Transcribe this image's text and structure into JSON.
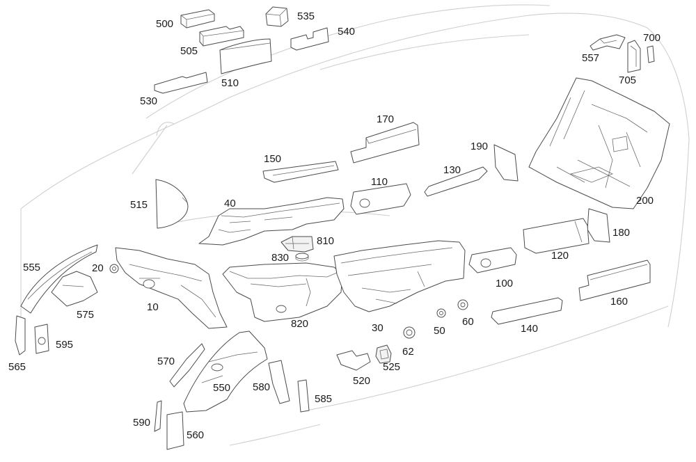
{
  "colors": {
    "outline": "#4a4a4a",
    "car_silhouette": "#cfcfcf",
    "label": "#1a1a1a",
    "background": "#ffffff"
  },
  "labels": {
    "p500": "500",
    "p505": "505",
    "p510": "510",
    "p530": "530",
    "p535": "535",
    "p540": "540",
    "p557": "557",
    "p700": "700",
    "p705": "705",
    "p170": "170",
    "p150": "150",
    "p190": "190",
    "p110": "110",
    "p130": "130",
    "p200": "200",
    "p515": "515",
    "p40": "40",
    "p180": "180",
    "p810": "810",
    "p830": "830",
    "p120": "120",
    "p555": "555",
    "p20": "20",
    "p575": "575",
    "p10": "10",
    "p100": "100",
    "p160": "160",
    "p820": "820",
    "p30": "30",
    "p50": "50",
    "p60": "60",
    "p140": "140",
    "p595": "595",
    "p565": "565",
    "p62": "62",
    "p525": "525",
    "p570": "570",
    "p550": "550",
    "p580": "580",
    "p520": "520",
    "p585": "585",
    "p590": "590",
    "p560": "560"
  }
}
